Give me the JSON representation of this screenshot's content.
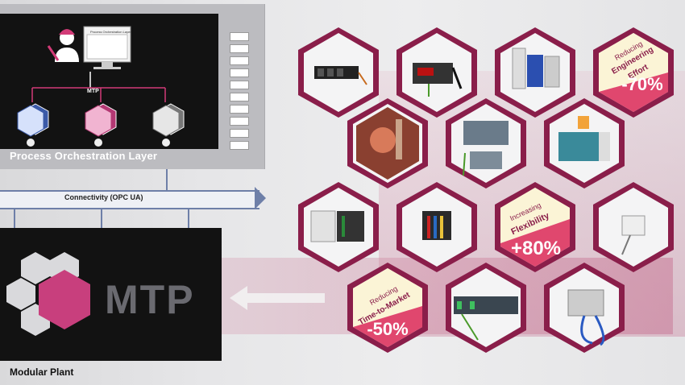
{
  "left": {
    "top_panel_title": "Process Orchestration Layer",
    "screen_caption": "Process Orchestration Layer",
    "mtp_small": "MTP",
    "connectivity": "Connectivity   (OPC UA)",
    "mtp_logo_text": "MTP",
    "bottom_label": "Modular Plant"
  },
  "badges": {
    "engineering": {
      "line1": "Reducing",
      "line2": "Engineering",
      "line3": "Effort",
      "value": "-70%"
    },
    "flexibility": {
      "line1": "Increasing",
      "line2": "Flexibility",
      "value": "+80%"
    },
    "time": {
      "line1": "Reducing",
      "line2": "Time-to-Market",
      "value": "-50%"
    }
  },
  "colors": {
    "hex_border": "#8a1e4a",
    "badge_pink": "#e0476e",
    "badge_cream": "#fbf4d6",
    "panel_dark": "#121212",
    "mtp_magenta": "#c83f7d"
  },
  "icons": [
    "operator-icon",
    "monitor-icon",
    "module-hexagon-icon",
    "arrow-left-icon"
  ]
}
